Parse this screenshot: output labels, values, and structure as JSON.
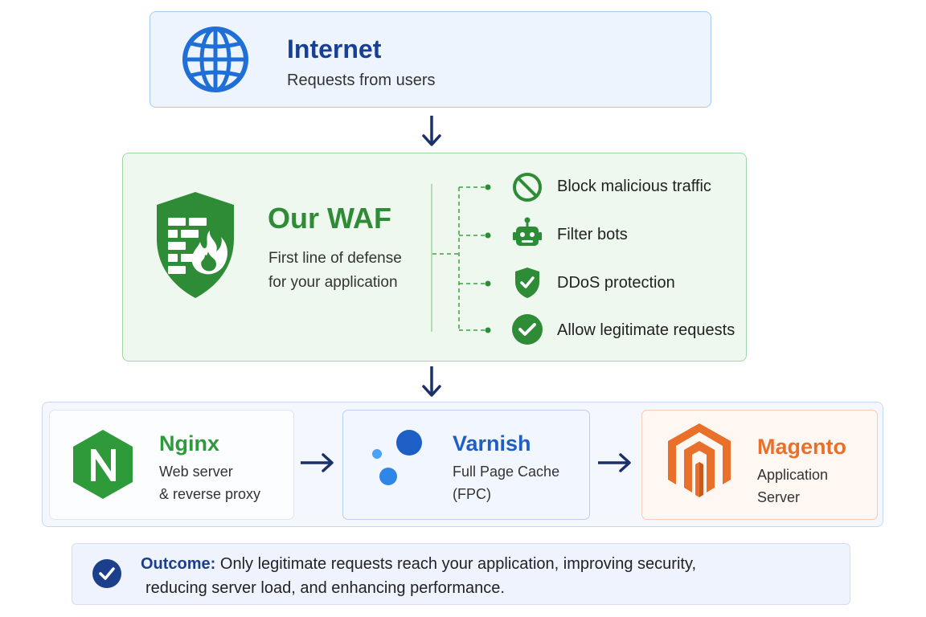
{
  "internet": {
    "title": "Internet",
    "subtitle": "Requests from users",
    "icon": "globe-icon",
    "color": "#1f6fd6"
  },
  "waf": {
    "title": "Our WAF",
    "subtitle_line1": "First line of defense",
    "subtitle_line2": "for your application",
    "icon": "shield-firewall-icon",
    "color": "#2e8b36",
    "features": [
      {
        "label": "Block malicious traffic",
        "icon": "block-icon"
      },
      {
        "label": "Filter bots",
        "icon": "robot-icon"
      },
      {
        "label": "DDoS protection",
        "icon": "shield-check-icon"
      },
      {
        "label": "Allow legitimate requests",
        "icon": "check-circle-icon"
      }
    ]
  },
  "stack": {
    "nginx": {
      "title": "Nginx",
      "line1": "Web server",
      "line2": "& reverse proxy",
      "color": "#2f9a3a"
    },
    "varnish": {
      "title": "Varnish",
      "line1": "Full Page Cache",
      "line2": "(FPC)",
      "color": "#1d5fc4"
    },
    "magento": {
      "title": "Magento",
      "line1": "Application",
      "line2": "Server",
      "color": "#e8702a"
    }
  },
  "outcome": {
    "label": "Outcome:",
    "text_line1": "Only legitimate requests reach your application, improving security,",
    "text_line2": "reducing server load, and enhancing performance.",
    "color": "#1c3f8c"
  }
}
